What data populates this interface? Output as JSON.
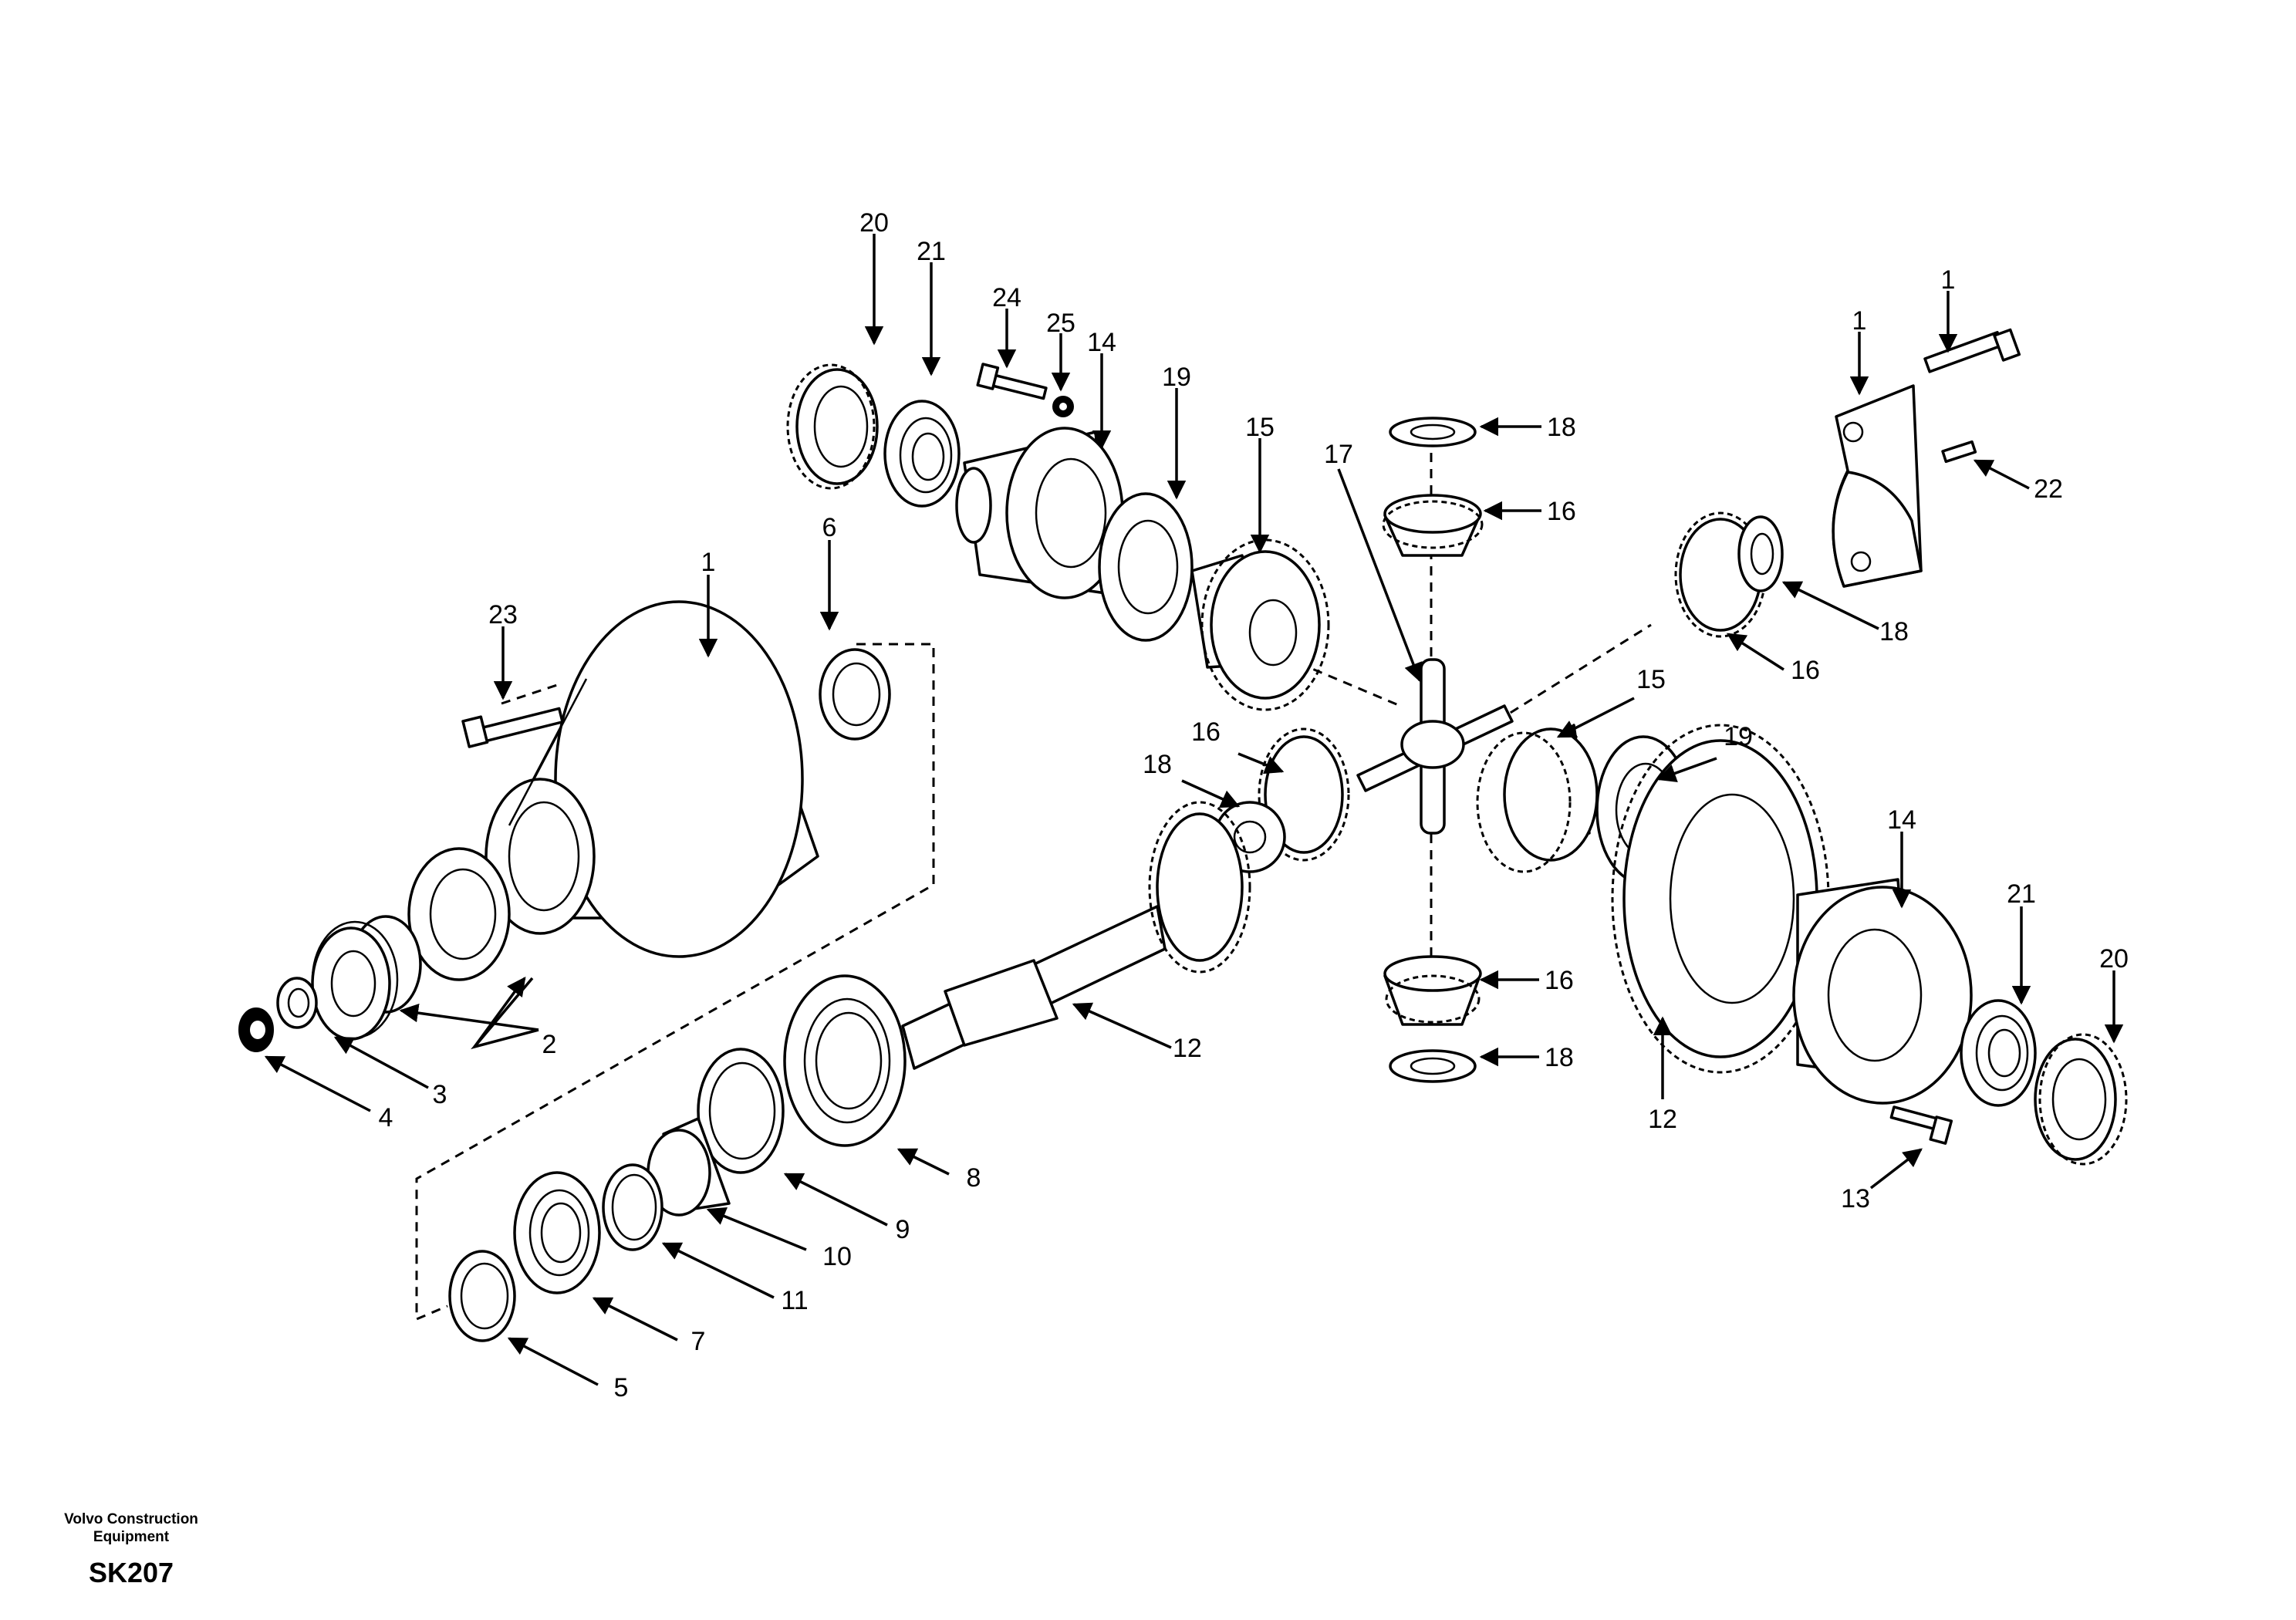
{
  "callouts": [
    {
      "id": "c1",
      "text": "20"
    },
    {
      "id": "c2",
      "text": "21"
    },
    {
      "id": "c3",
      "text": "24"
    },
    {
      "id": "c4",
      "text": "25"
    },
    {
      "id": "c5",
      "text": "14"
    },
    {
      "id": "c6",
      "text": "19"
    },
    {
      "id": "c7",
      "text": "15"
    },
    {
      "id": "c8",
      "text": "17"
    },
    {
      "id": "c9",
      "text": "18"
    },
    {
      "id": "c10",
      "text": "16"
    },
    {
      "id": "c11",
      "text": "1"
    },
    {
      "id": "c12",
      "text": "1"
    },
    {
      "id": "c13",
      "text": "22"
    },
    {
      "id": "c14",
      "text": "18"
    },
    {
      "id": "c15",
      "text": "16"
    },
    {
      "id": "c16",
      "text": "23"
    },
    {
      "id": "c17",
      "text": "1"
    },
    {
      "id": "c18",
      "text": "6"
    },
    {
      "id": "c19",
      "text": "16"
    },
    {
      "id": "c20",
      "text": "18"
    },
    {
      "id": "c21",
      "text": "15"
    },
    {
      "id": "c22",
      "text": "19"
    },
    {
      "id": "c23",
      "text": "14"
    },
    {
      "id": "c24",
      "text": "21"
    },
    {
      "id": "c25",
      "text": "20"
    },
    {
      "id": "c26",
      "text": "12"
    },
    {
      "id": "c27",
      "text": "16"
    },
    {
      "id": "c28",
      "text": "18"
    },
    {
      "id": "c29",
      "text": "12"
    },
    {
      "id": "c30",
      "text": "13"
    },
    {
      "id": "c31",
      "text": "2"
    },
    {
      "id": "c32",
      "text": "3"
    },
    {
      "id": "c33",
      "text": "4"
    },
    {
      "id": "c34",
      "text": "8"
    },
    {
      "id": "c35",
      "text": "9"
    },
    {
      "id": "c36",
      "text": "10"
    },
    {
      "id": "c37",
      "text": "11"
    },
    {
      "id": "c38",
      "text": "7"
    },
    {
      "id": "c39",
      "text": "5"
    }
  ],
  "footer": {
    "maker_line1": "Volvo Construction",
    "maker_line2": "Equipment",
    "code": "SK207"
  }
}
